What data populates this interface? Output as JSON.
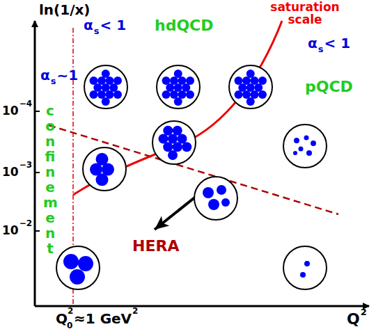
{
  "diagram": {
    "labels": [
      "ln(1/x)",
      "α",
      "s",
      "< 1",
      "hdQCD",
      "saturation scale",
      "α",
      "s",
      "< 1",
      "α",
      "s",
      "~1",
      "pQCD",
      "10",
      "−4",
      "10",
      "−3",
      "10",
      "−2",
      "confinement",
      "HERA",
      "Q",
      "0",
      "2",
      "≈1 GeV",
      "2",
      "Q",
      "2"
    ]
  }
}
